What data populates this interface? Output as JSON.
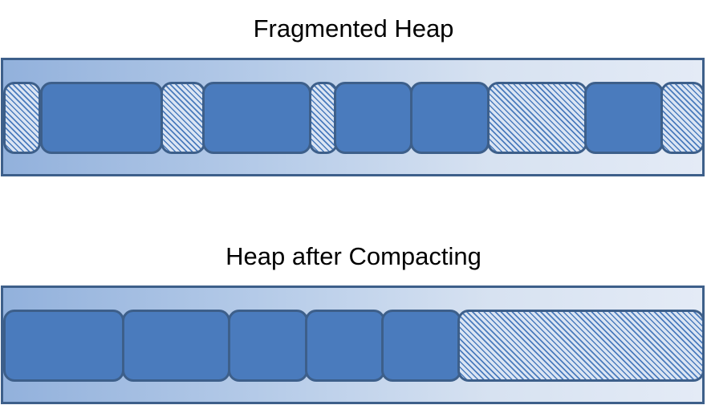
{
  "colors": {
    "used_block": "#4a7bbd",
    "free_block_hatch": "#4a7bbd",
    "border": "#3d5f8a"
  },
  "fragmented": {
    "title": "Fragmented Heap",
    "blocks": [
      "free",
      "used",
      "free",
      "used",
      "free",
      "used",
      "used",
      "free",
      "used",
      "free"
    ]
  },
  "compacted": {
    "title": "Heap after Compacting",
    "blocks": [
      "used",
      "used",
      "used",
      "used",
      "used",
      "free"
    ]
  }
}
